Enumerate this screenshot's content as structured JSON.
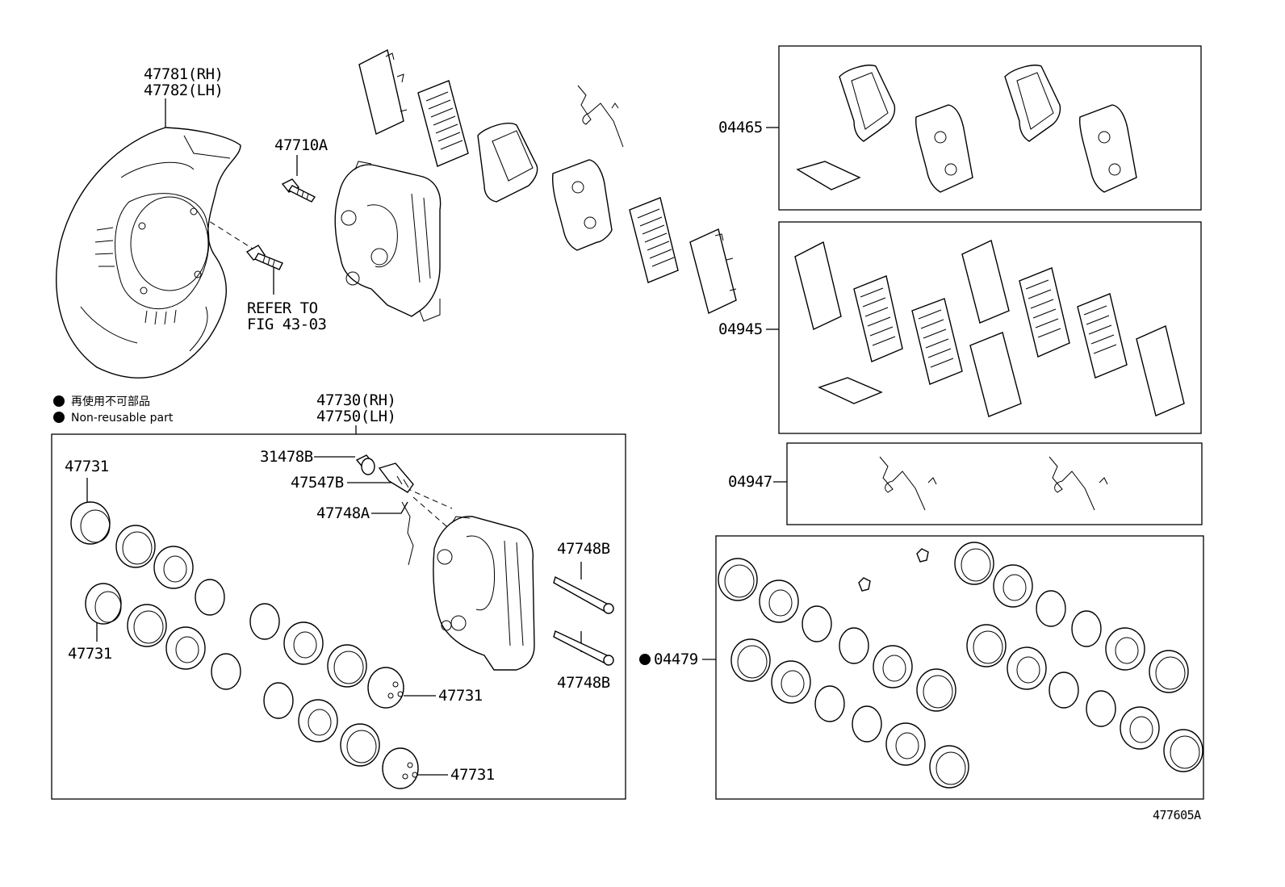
{
  "labels": {
    "shield_rh": "47781(RH)",
    "shield_lh": "47782(LH)",
    "bolt_47710a": "47710A",
    "refer_line1": "REFER TO",
    "refer_line2": "FIG 43-03",
    "caliper_rh": "47730(RH)",
    "caliper_lh": "47750(LH)",
    "cap_31478b": "31478B",
    "bleeder_47547b": "47547B",
    "spring_47748a": "47748A",
    "pin_47748b_top": "47748B",
    "pin_47748b_bottom": "47748B",
    "piston_tl": "47731",
    "piston_ml": "47731",
    "piston_c1": "47731",
    "piston_c2": "47731",
    "kit_04465": "04465",
    "kit_04945": "04945",
    "kit_04947": "04947",
    "kit_04479": "04479",
    "figure_id": "477605A"
  },
  "legend": {
    "line_jp": "再使用不可部品",
    "line_en": "Non-reusable part"
  }
}
